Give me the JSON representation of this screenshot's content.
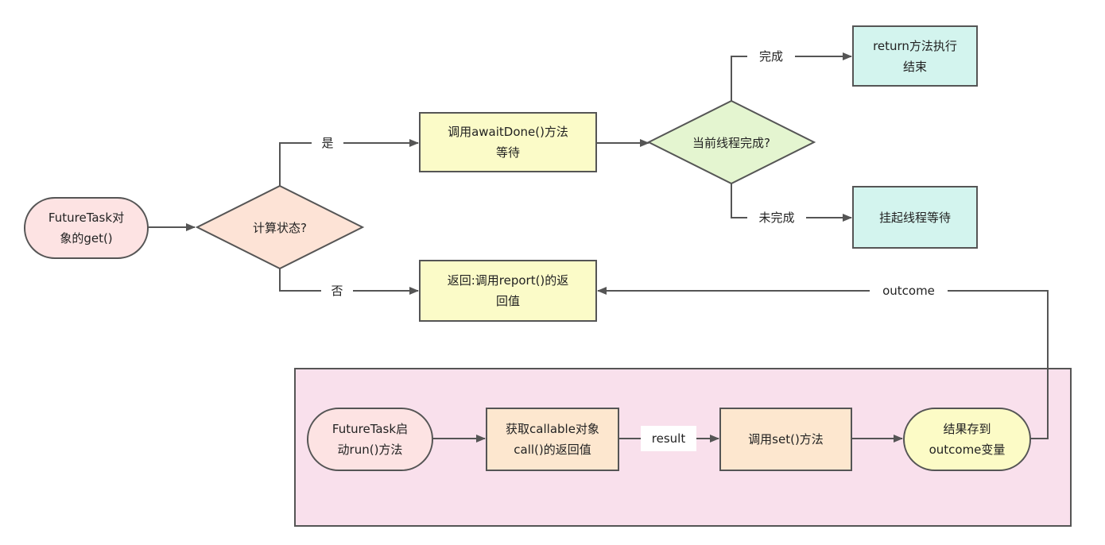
{
  "colors": {
    "line": "#555555",
    "pink_start": "#fde3e3",
    "decision_orange": "#fde3d6",
    "yellow_box": "#fbfbc8",
    "decision_green": "#e4f5d0",
    "teal_box": "#d3f4ee",
    "panel_pink": "#f9e0ec",
    "orange_box": "#fde7cf",
    "yellow_pill": "#fcfbc6"
  },
  "nodes": {
    "start": [
      "FutureTask对",
      "象的get()"
    ],
    "compute_state": "计算状态?",
    "await_done": [
      "调用awaitDone()方法",
      "等待"
    ],
    "thread_done": "当前线程完成?",
    "return_end": [
      "return方法执行",
      "结束"
    ],
    "suspend": "挂起线程等待",
    "return_report": [
      "返回:调用report()的返",
      "回值"
    ],
    "run_start": [
      "FutureTask启",
      "动run()方法"
    ],
    "get_callable": [
      "获取callable对象",
      "call()的返回值"
    ],
    "call_set": "调用set()方法",
    "store_outcome": [
      "结果存到",
      "outcome变量"
    ]
  },
  "edge_labels": {
    "yes": "是",
    "no": "否",
    "done": "完成",
    "not_done": "未完成",
    "outcome": "outcome",
    "result": "result"
  }
}
